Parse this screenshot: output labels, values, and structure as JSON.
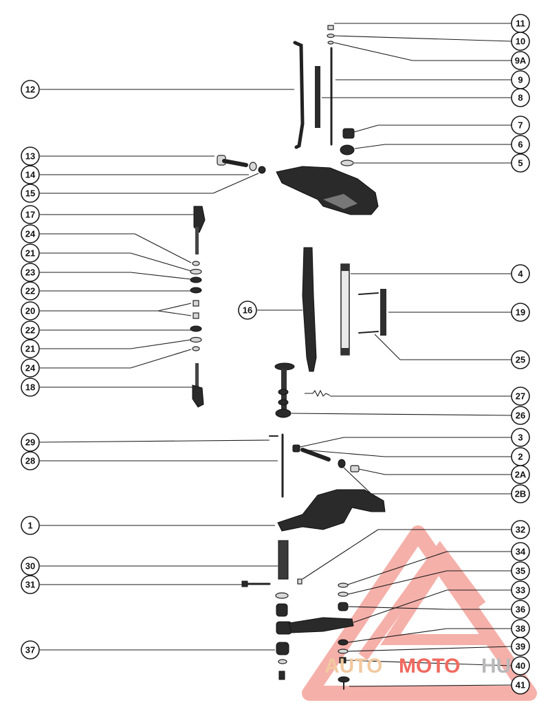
{
  "callouts": {
    "c11": "11",
    "c10": "10",
    "c9A": "9A",
    "c9": "9",
    "c8": "8",
    "c7": "7",
    "c6": "6",
    "c5": "5",
    "c12": "12",
    "c13": "13",
    "c14": "14",
    "c15": "15",
    "c17": "17",
    "c24a": "24",
    "c21a": "21",
    "c23": "23",
    "c22a": "22",
    "c20": "20",
    "c22b": "22",
    "c21b": "21",
    "c24b": "24",
    "c18": "18",
    "c4": "4",
    "c16": "16",
    "c19": "19",
    "c25": "25",
    "c27": "27",
    "c26": "26",
    "c29": "29",
    "c28": "28",
    "c3": "3",
    "c2": "2",
    "c2A": "2A",
    "c2B": "2B",
    "c1": "1",
    "c32": "32",
    "c34": "34",
    "c35": "35",
    "c30": "30",
    "c31": "31",
    "c33": "33",
    "c36": "36",
    "c38": "38",
    "c37": "37",
    "c39": "39",
    "c40": "40",
    "c41": "41"
  },
  "watermark": {
    "part1": "AUTO",
    "part2": "MOTO",
    "part3": "HUB",
    "color_primary": "#f06a5f",
    "color_secondary": "#f2c9a0",
    "color_tertiary": "#b9b9b9"
  }
}
